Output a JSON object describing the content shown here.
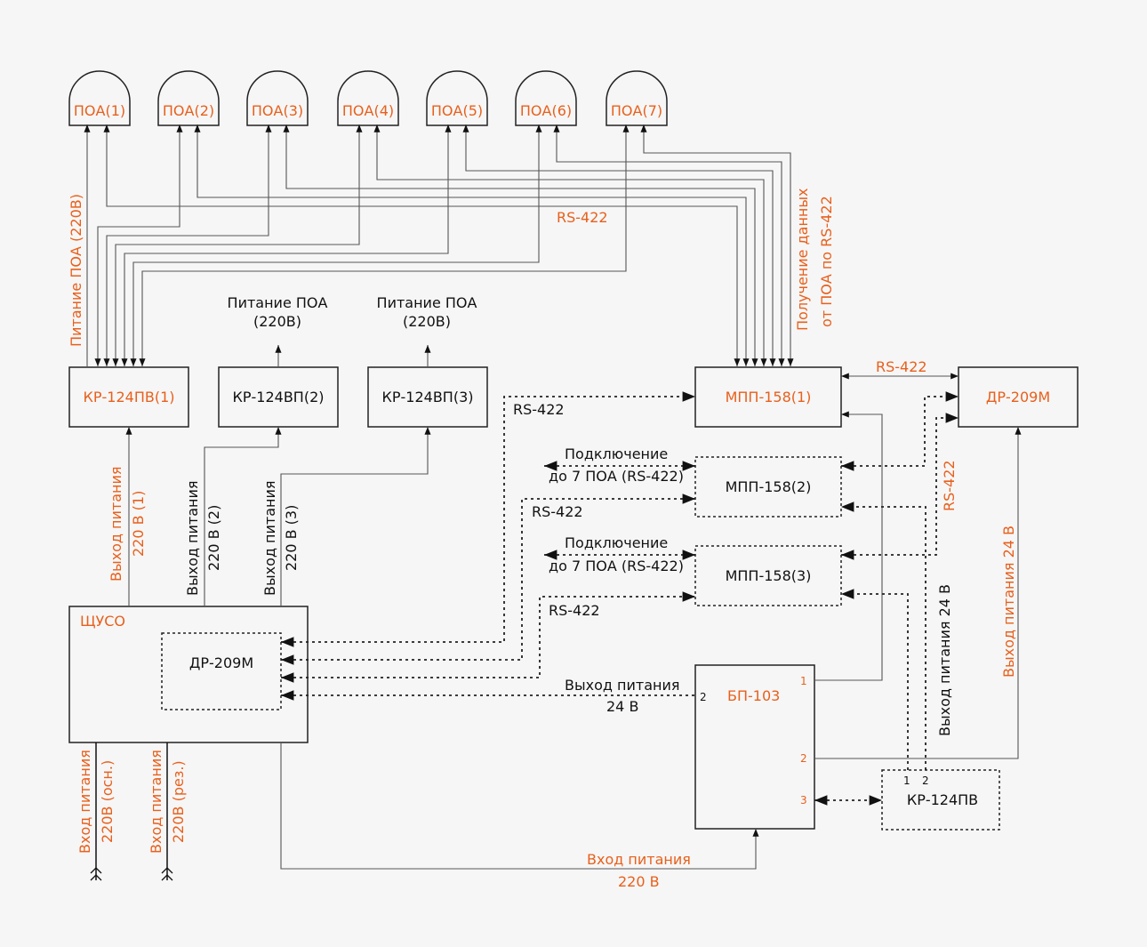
{
  "colors": {
    "accent": "#e8601c",
    "text": "#111111",
    "line": "#555555"
  },
  "sensors": [
    "ПОА(1)",
    "ПОА(2)",
    "ПОА(3)",
    "ПОА(4)",
    "ПОА(5)",
    "ПОА(6)",
    "ПОА(7)"
  ],
  "labels": {
    "power_poa_vertical": "Питание ПОА (220В)",
    "rs422_top": "RS-422",
    "data_receive_1": "Получение данных",
    "data_receive_2": "от ПОА по RS-422",
    "poa_power_1": "Питание ПОА",
    "poa_power_2": "(220В)",
    "rs422_mpp_dr": "RS-422",
    "rs422_vertical_right": "RS-422",
    "rs422_a": "RS-422",
    "rs422_b": "RS-422",
    "rs422_c": "RS-422",
    "connect_1": "Подключение",
    "connect_2": "до 7 ПОА (RS-422)",
    "out1_1": "Выход питания",
    "out1_2": "220 В (1)",
    "out2_1": "Выход питания",
    "out2_2": "220 В (2)",
    "out3_1": "Выход питания",
    "out3_2": "220 В (3)",
    "out24_1": "Выход питания",
    "out24_2": "24 В",
    "out24_vertical": "Выход питания 24 В",
    "out24_vertical_orange": "Выход питания 24 В",
    "in_main_1": "Вход питания",
    "in_main_2": "220В (осн.)",
    "in_res_1": "Вход питания",
    "in_res_2": "220В (рез.)",
    "in220_1": "Вход питания",
    "in220_2": "220 В"
  },
  "blocks": {
    "kr1": "КР-124ПВ(1)",
    "kr2": "КР-124ВП(2)",
    "kr3": "КР-124ВП(3)",
    "mpp1": "МПП-158(1)",
    "mpp2": "МПП-158(2)",
    "mpp3": "МПП-158(3)",
    "dr_right": "ДР-209М",
    "shuso": "ЩУСО",
    "dr_inner": "ДР-209М",
    "bp": "БП-103",
    "kr_bottom": "КР-124ПВ"
  },
  "ports": {
    "bp_left_2": "2",
    "bp_1": "1",
    "bp_2": "2",
    "bp_3": "3",
    "kr_1": "1",
    "kr_2": "2"
  }
}
